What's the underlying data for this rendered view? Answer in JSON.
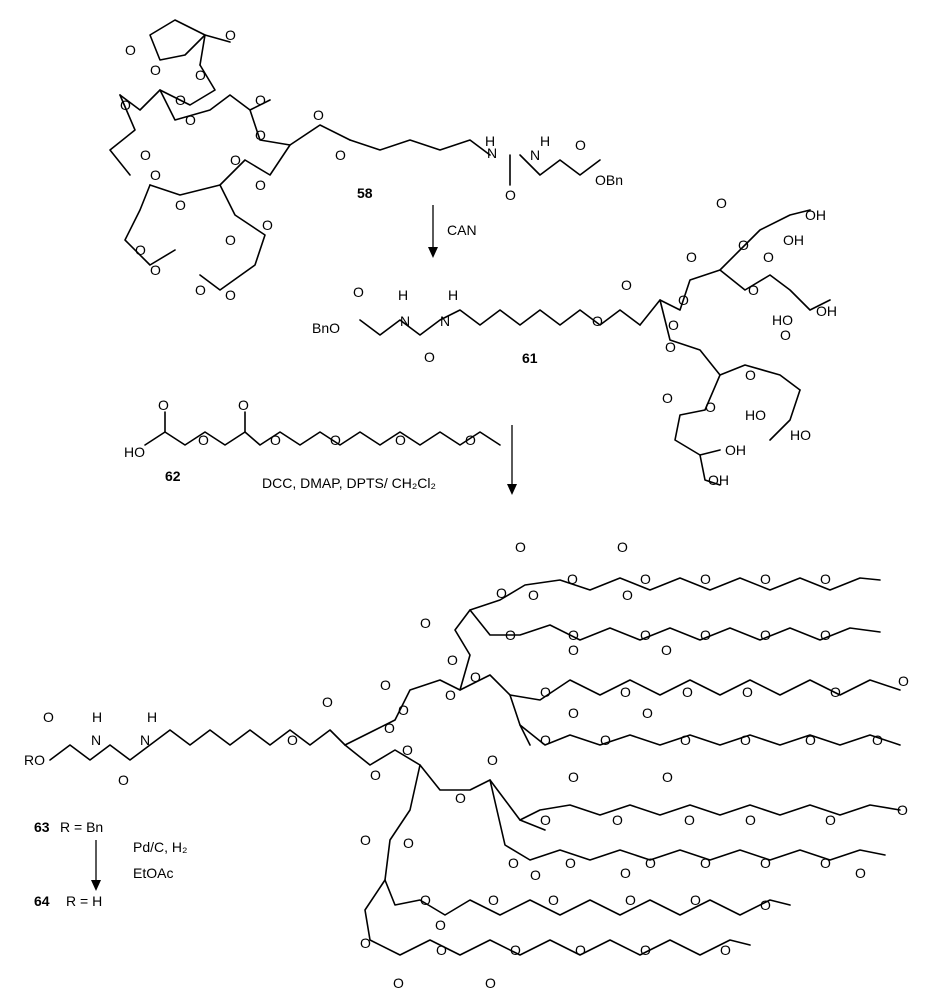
{
  "compounds": {
    "c58": "58",
    "c61": "61",
    "c62": "62",
    "c63": "63",
    "c64": "64"
  },
  "reagents": {
    "step1": "CAN",
    "step2": "DCC, DMAP, DPTS/ CH₂Cl₂",
    "step3_line1": "Pd/C, H₂",
    "step3_line2": "EtOAc"
  },
  "substituents": {
    "r_bn": "R = Bn",
    "r_h": "R = H"
  },
  "atoms": {
    "O": "O",
    "OH": "OH",
    "HO": "HO",
    "H": "H",
    "N": "N",
    "OBn": "OBn",
    "BnO": "BnO",
    "RO": "RO"
  }
}
